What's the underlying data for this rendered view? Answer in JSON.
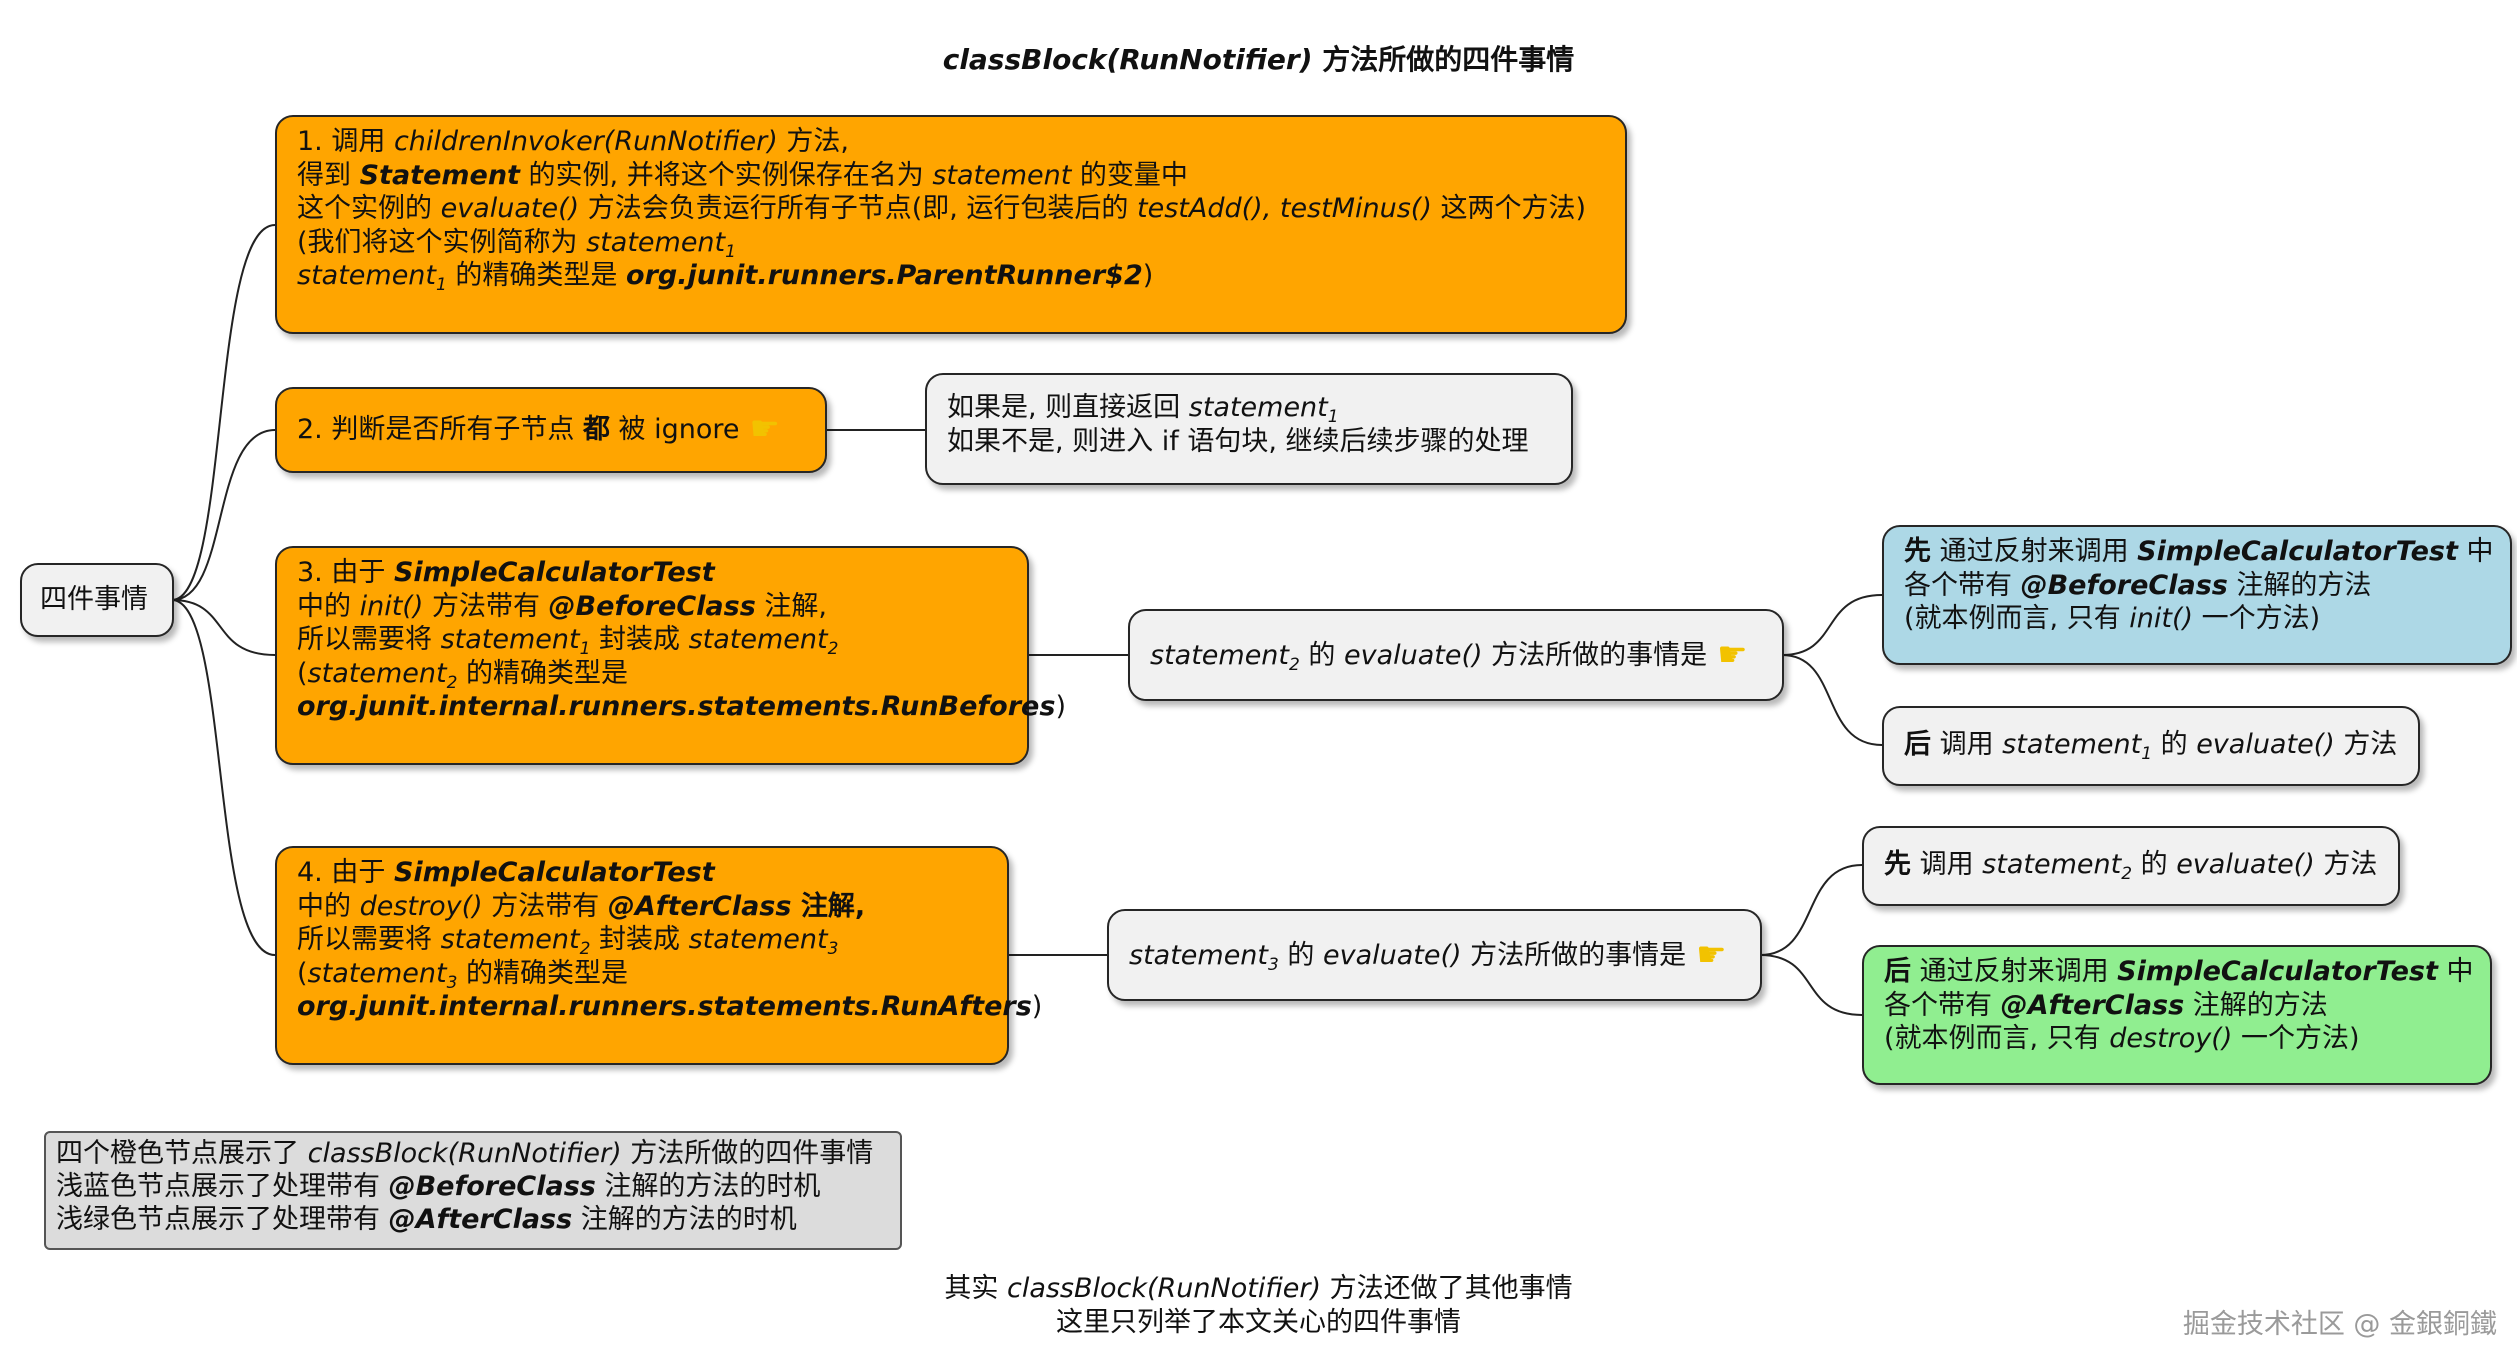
{
  "title": {
    "code": "classBlock(RunNotifier)",
    "text": " 方法所做的四件事情"
  },
  "root": {
    "label": "四件事情"
  },
  "node1": {
    "l1a": "1. 调用 ",
    "l1b": "childrenInvoker(RunNotifier)",
    "l1c": " 方法,",
    "l2a": "得到 ",
    "l2b": "Statement",
    "l2c": " 的实例, 并将这个实例保存在名为 ",
    "l2d": "statement",
    "l2e": " 的变量中",
    "l3a": "这个实例的 ",
    "l3b": "evaluate()",
    "l3c": " 方法会负责运行所有子节点(即, 运行包装后的 ",
    "l3d": "testAdd(), testMinus()",
    "l3e": " 这两个方法)",
    "l4a": "(我们将这个实例简称为 ",
    "l4b": "statement",
    "l4sub": "1",
    "l5a": "statement",
    "l5sub": "1",
    "l5b": " 的精确类型是 ",
    "l5c": "org.junit.runners.ParentRunner$2",
    "l5d": ")"
  },
  "node2": {
    "a": "2. 判断是否所有子节点 ",
    "b": "都",
    "c": " 被 ignore"
  },
  "node2r": {
    "l1a": "如果是, 则直接返回 ",
    "l1b": "statement",
    "l1sub": "1",
    "l2": "如果不是, 则进入 if 语句块, 继续后续步骤的处理"
  },
  "node3": {
    "l1a": "3. 由于 ",
    "l1b": "SimpleCalculatorTest",
    "l2a": "中的 ",
    "l2b": "init()",
    "l2c": " 方法带有 ",
    "l2d": "@BeforeClass",
    "l2e": " 注解,",
    "l3a": "所以需要将 ",
    "l3b": "statement",
    "l3sub1": "1",
    "l3c": " 封装成 ",
    "l3d": "statement",
    "l3sub2": "2",
    "l4a": "(",
    "l4b": "statement",
    "l4sub": "2",
    "l4c": " 的精确类型是",
    "l5a": "org.junit.internal.runners.statements.RunBefores",
    "l5b": ")"
  },
  "node3m": {
    "a": "statement",
    "sub": "2",
    "b": " 的 ",
    "c": "evaluate()",
    "d": " 方法所做的事情是"
  },
  "node3r1": {
    "l1a": "先",
    "l1b": " 通过反射来调用 ",
    "l1c": "SimpleCalculatorTest",
    "l1d": " 中",
    "l2a": "各个带有 ",
    "l2b": "@BeforeClass",
    "l2c": " 注解的方法",
    "l3a": "(就本例而言, 只有 ",
    "l3b": "init()",
    "l3c": " 一个方法)"
  },
  "node3r2": {
    "a": "后",
    "b": " 调用 ",
    "c": "statement",
    "sub": "1",
    "d": " 的 ",
    "e": "evaluate()",
    "f": " 方法"
  },
  "node4": {
    "l1a": "4. 由于 ",
    "l1b": "SimpleCalculatorTest",
    "l2a": "中的 ",
    "l2b": "destroy()",
    "l2c": " 方法带有 ",
    "l2d": "@AfterClass",
    "l2e": " 注解,",
    "l3a": "所以需要将 ",
    "l3b": "statement",
    "l3sub1": "2",
    "l3c": " 封装成 ",
    "l3d": "statement",
    "l3sub2": "3",
    "l4a": "(",
    "l4b": "statement",
    "l4sub": "3",
    "l4c": " 的精确类型是",
    "l5a": "org.junit.internal.runners.statements.RunAfters",
    "l5b": ")"
  },
  "node4m": {
    "a": "statement",
    "sub": "3",
    "b": " 的 ",
    "c": "evaluate()",
    "d": " 方法所做的事情是"
  },
  "node4r1": {
    "a": "先",
    "b": " 调用 ",
    "c": "statement",
    "sub": "2",
    "d": " 的 ",
    "e": "evaluate()",
    "f": " 方法"
  },
  "node4r2": {
    "l1a": "后",
    "l1b": " 通过反射来调用 ",
    "l1c": "SimpleCalculatorTest",
    "l1d": " 中",
    "l2a": "各个带有 ",
    "l2b": "@AfterClass",
    "l2c": " 注解的方法",
    "l3a": "(就本例而言, 只有 ",
    "l3b": "destroy()",
    "l3c": " 一个方法)"
  },
  "legend": {
    "l1a": "四个橙色节点展示了 ",
    "l1b": "classBlock(RunNotifier)",
    "l1c": " 方法所做的四件事情",
    "l2a": "浅蓝色节点展示了处理带有 ",
    "l2b": "@BeforeClass",
    "l2c": " 注解的方法的时机",
    "l3a": "浅绿色节点展示了处理带有 ",
    "l3b": "@AfterClass",
    "l3c": " 注解的方法的时机"
  },
  "footer": {
    "l1a": "其实 ",
    "l1b": "classBlock(RunNotifier)",
    "l1c": " 方法还做了其他事情",
    "l2": "这里只列举了本文关心的四件事情"
  },
  "watermark": "掘金技术社区 @ 金銀銅鐵",
  "colors": {
    "orange": "#ffa500",
    "gray": "#f1f1f1",
    "blue": "#add8e6",
    "green": "#90ee90"
  },
  "icons": {
    "hand": "pointing-hand-icon"
  }
}
